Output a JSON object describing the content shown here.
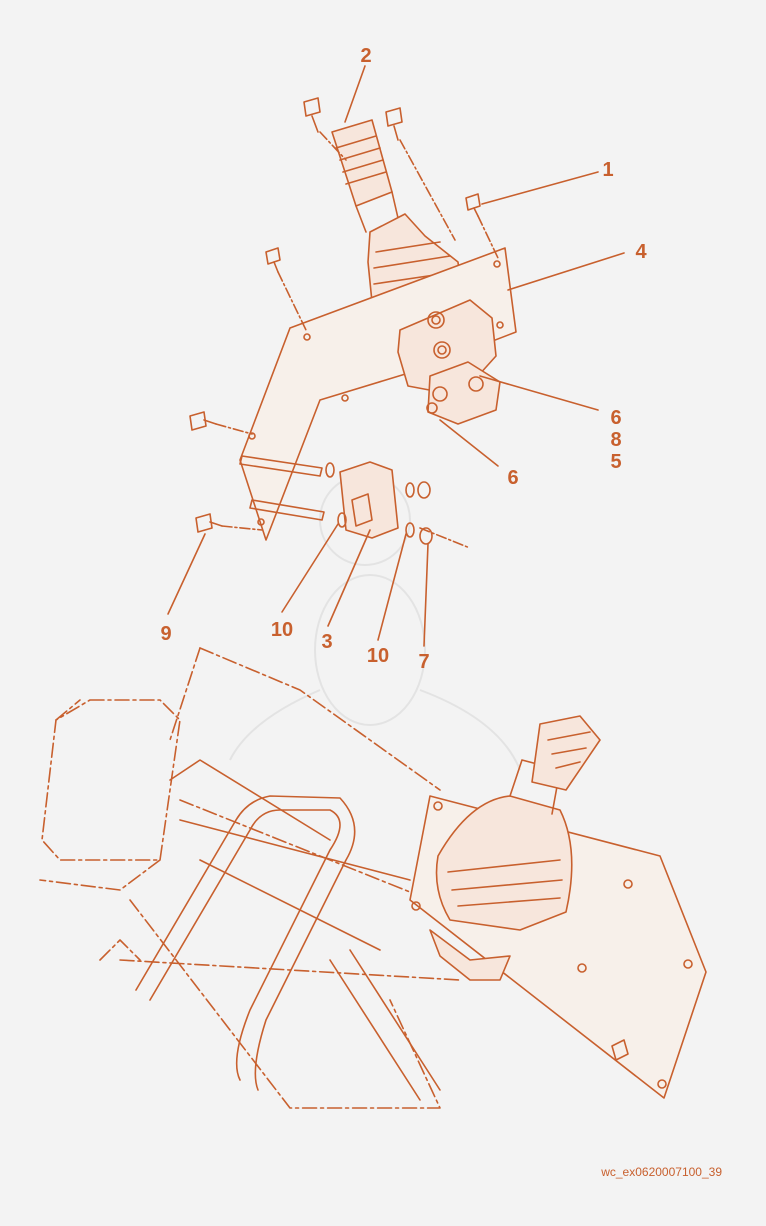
{
  "diagram": {
    "callouts": [
      "2",
      "1",
      "4",
      "6",
      "8",
      "5",
      "6",
      "9",
      "10",
      "3",
      "10",
      "7"
    ],
    "drawing_id": "wc_ex0620007100_39"
  },
  "colors": {
    "line": "#c8602e",
    "text": "#c8602e",
    "background": "#f3f3f3",
    "watermark": "#e6e6e6"
  }
}
